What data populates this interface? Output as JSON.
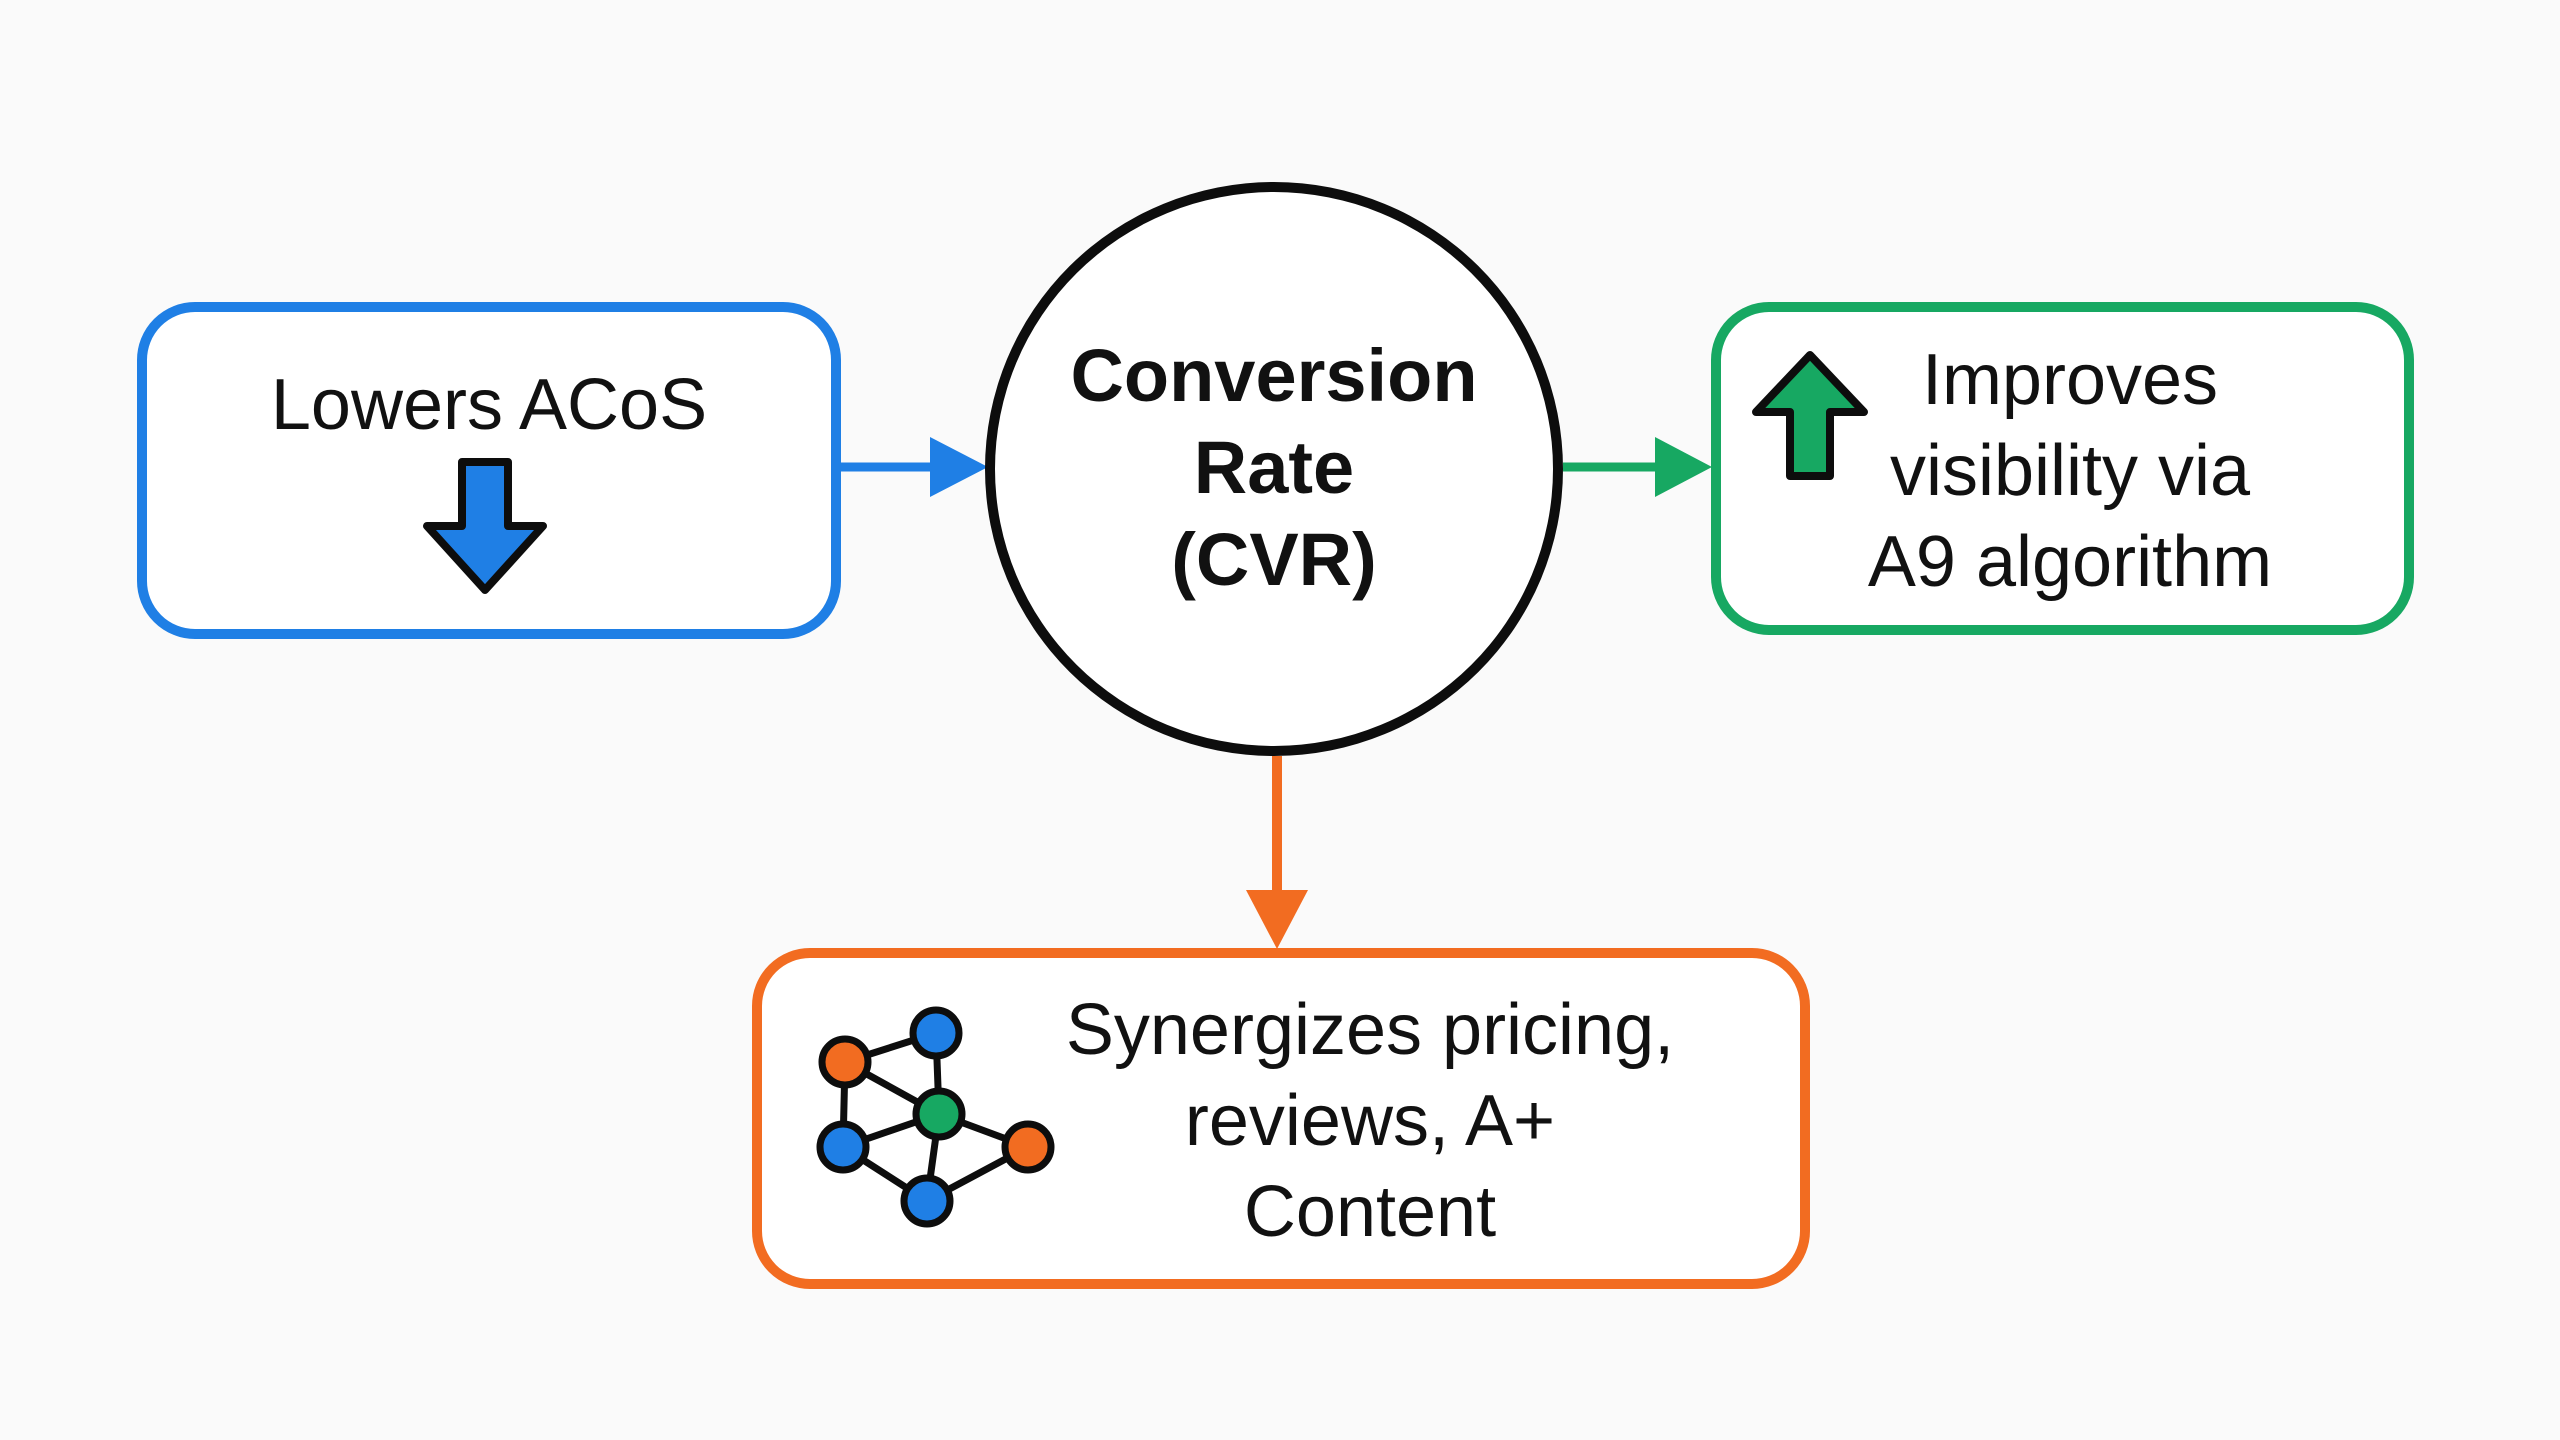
{
  "center": {
    "line1": "Conversion",
    "line2": "Rate",
    "line3": "(CVR)"
  },
  "left_box": {
    "text": "Lowers ACoS",
    "icon": "down-arrow-icon",
    "color": "#1f7fe5"
  },
  "right_box": {
    "line1": "Improves",
    "line2": "visibility via",
    "line3": "A9 algorithm",
    "icon": "up-arrow-icon",
    "color": "#17a862"
  },
  "bottom_box": {
    "line1": "Synergizes pricing,",
    "line2": "reviews, A+",
    "line3": "Content",
    "icon": "network-icon",
    "color": "#f26c21"
  },
  "colors": {
    "blue": "#1f7fe5",
    "green": "#17a862",
    "orange": "#f26c21",
    "circle_outline": "#0d0d0d"
  }
}
